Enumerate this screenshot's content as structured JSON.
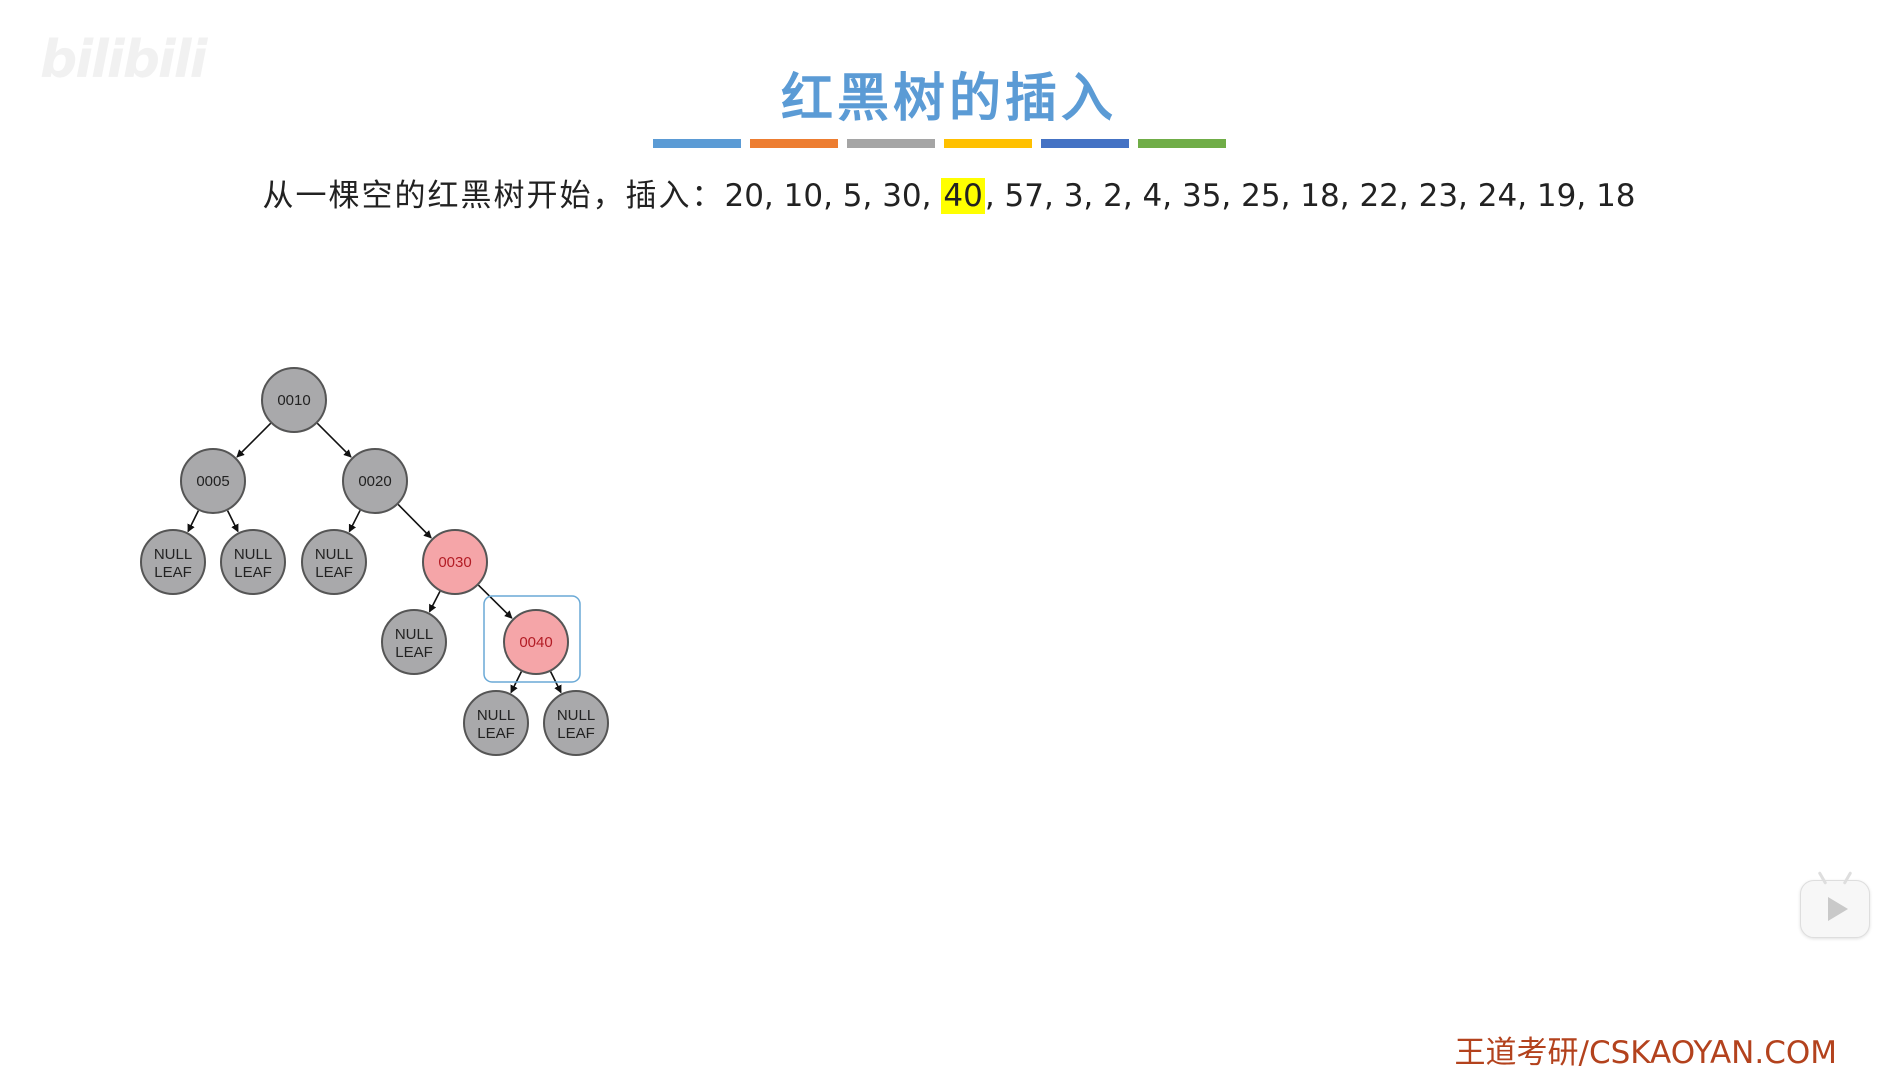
{
  "watermark": "bilibili",
  "title": "红黑树的插入",
  "stripes": [
    "#5b9bd5",
    "#ed7d31",
    "#a5a5a5",
    "#ffc000",
    "#4472c4",
    "#70ad47"
  ],
  "sentence": {
    "prefix": "从一棵空的红黑树开始，插入：",
    "before": "20, 10, 5, 30, ",
    "highlight": "40",
    "after": ", 57, 3, 2, 4, 35, 25, 18, 22, 23, 24, 19, 18"
  },
  "tree": {
    "colors": {
      "black_fill": "#a9a9ab",
      "red_fill": "#f5a5a8",
      "red_text": "#b31c25",
      "black_text": "#222222",
      "stroke": "#555555",
      "highlight_box": "#6aa9d6"
    },
    "null_label_1": "NULL",
    "null_label_2": "LEAF",
    "nodes": [
      {
        "id": "n10",
        "label": "0010",
        "color": "black"
      },
      {
        "id": "n5",
        "label": "0005",
        "color": "black"
      },
      {
        "id": "n20",
        "label": "0020",
        "color": "black"
      },
      {
        "id": "n30",
        "label": "0030",
        "color": "red"
      },
      {
        "id": "n40",
        "label": "0040",
        "color": "red",
        "highlighted": true
      },
      {
        "id": "l1",
        "null": true
      },
      {
        "id": "l2",
        "null": true
      },
      {
        "id": "l3",
        "null": true
      },
      {
        "id": "l4",
        "null": true
      },
      {
        "id": "l5",
        "null": true
      },
      {
        "id": "l6",
        "null": true
      }
    ],
    "edges": [
      [
        "n10",
        "n5"
      ],
      [
        "n10",
        "n20"
      ],
      [
        "n5",
        "l1"
      ],
      [
        "n5",
        "l2"
      ],
      [
        "n20",
        "l3"
      ],
      [
        "n20",
        "n30"
      ],
      [
        "n30",
        "l4"
      ],
      [
        "n30",
        "n40"
      ],
      [
        "n40",
        "l5"
      ],
      [
        "n40",
        "l6"
      ]
    ]
  },
  "play_button_icon": "play-icon",
  "footer": "王道考研/CSKAOYAN.COM"
}
